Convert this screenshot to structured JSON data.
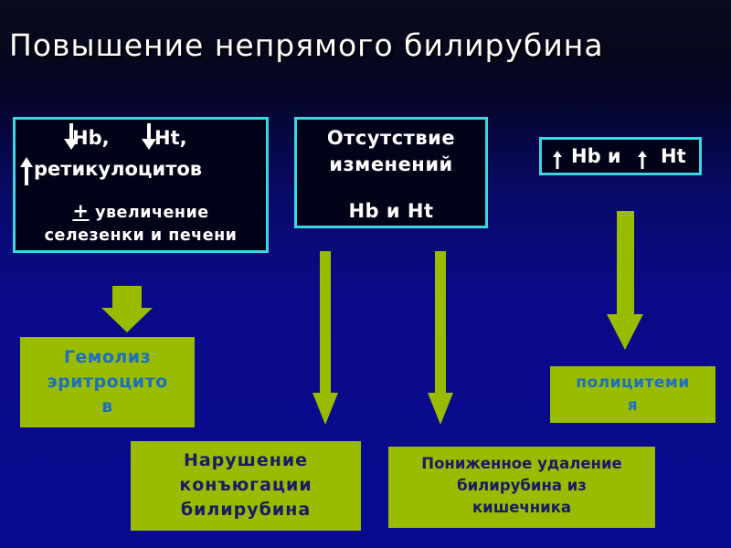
{
  "title": "Повышение непрямого билирубина",
  "box_left": {
    "line1_hb": "Hb,",
    "line1_ht": "Ht,",
    "line2": "ретикулоцитов",
    "line3_sign": "+",
    "line3_text": "увеличение",
    "line4": "селезенки и печени"
  },
  "box_middle": {
    "line1": "Отсутствие",
    "line2": "изменений",
    "line3": "Hb и  Ht"
  },
  "box_right": {
    "text": "Hb и",
    "ht": "Ht"
  },
  "outcomes": {
    "hemolysis": "Гемолиз\nэритроцито\nв",
    "polycythemia": "полицитеми\nя",
    "conjugation": "Нарушение\nконъюгации\nбилирубина",
    "intestinal": "Пониженное удаление\nбилирубина из\nкишечника"
  },
  "colors": {
    "box_border": "#39d7e1",
    "arrow_fill": "#99bb00",
    "box_fill": "#99bb00"
  },
  "icons": {
    "down_arrow": "down-arrow-icon",
    "up_arrow": "up-arrow-icon"
  }
}
